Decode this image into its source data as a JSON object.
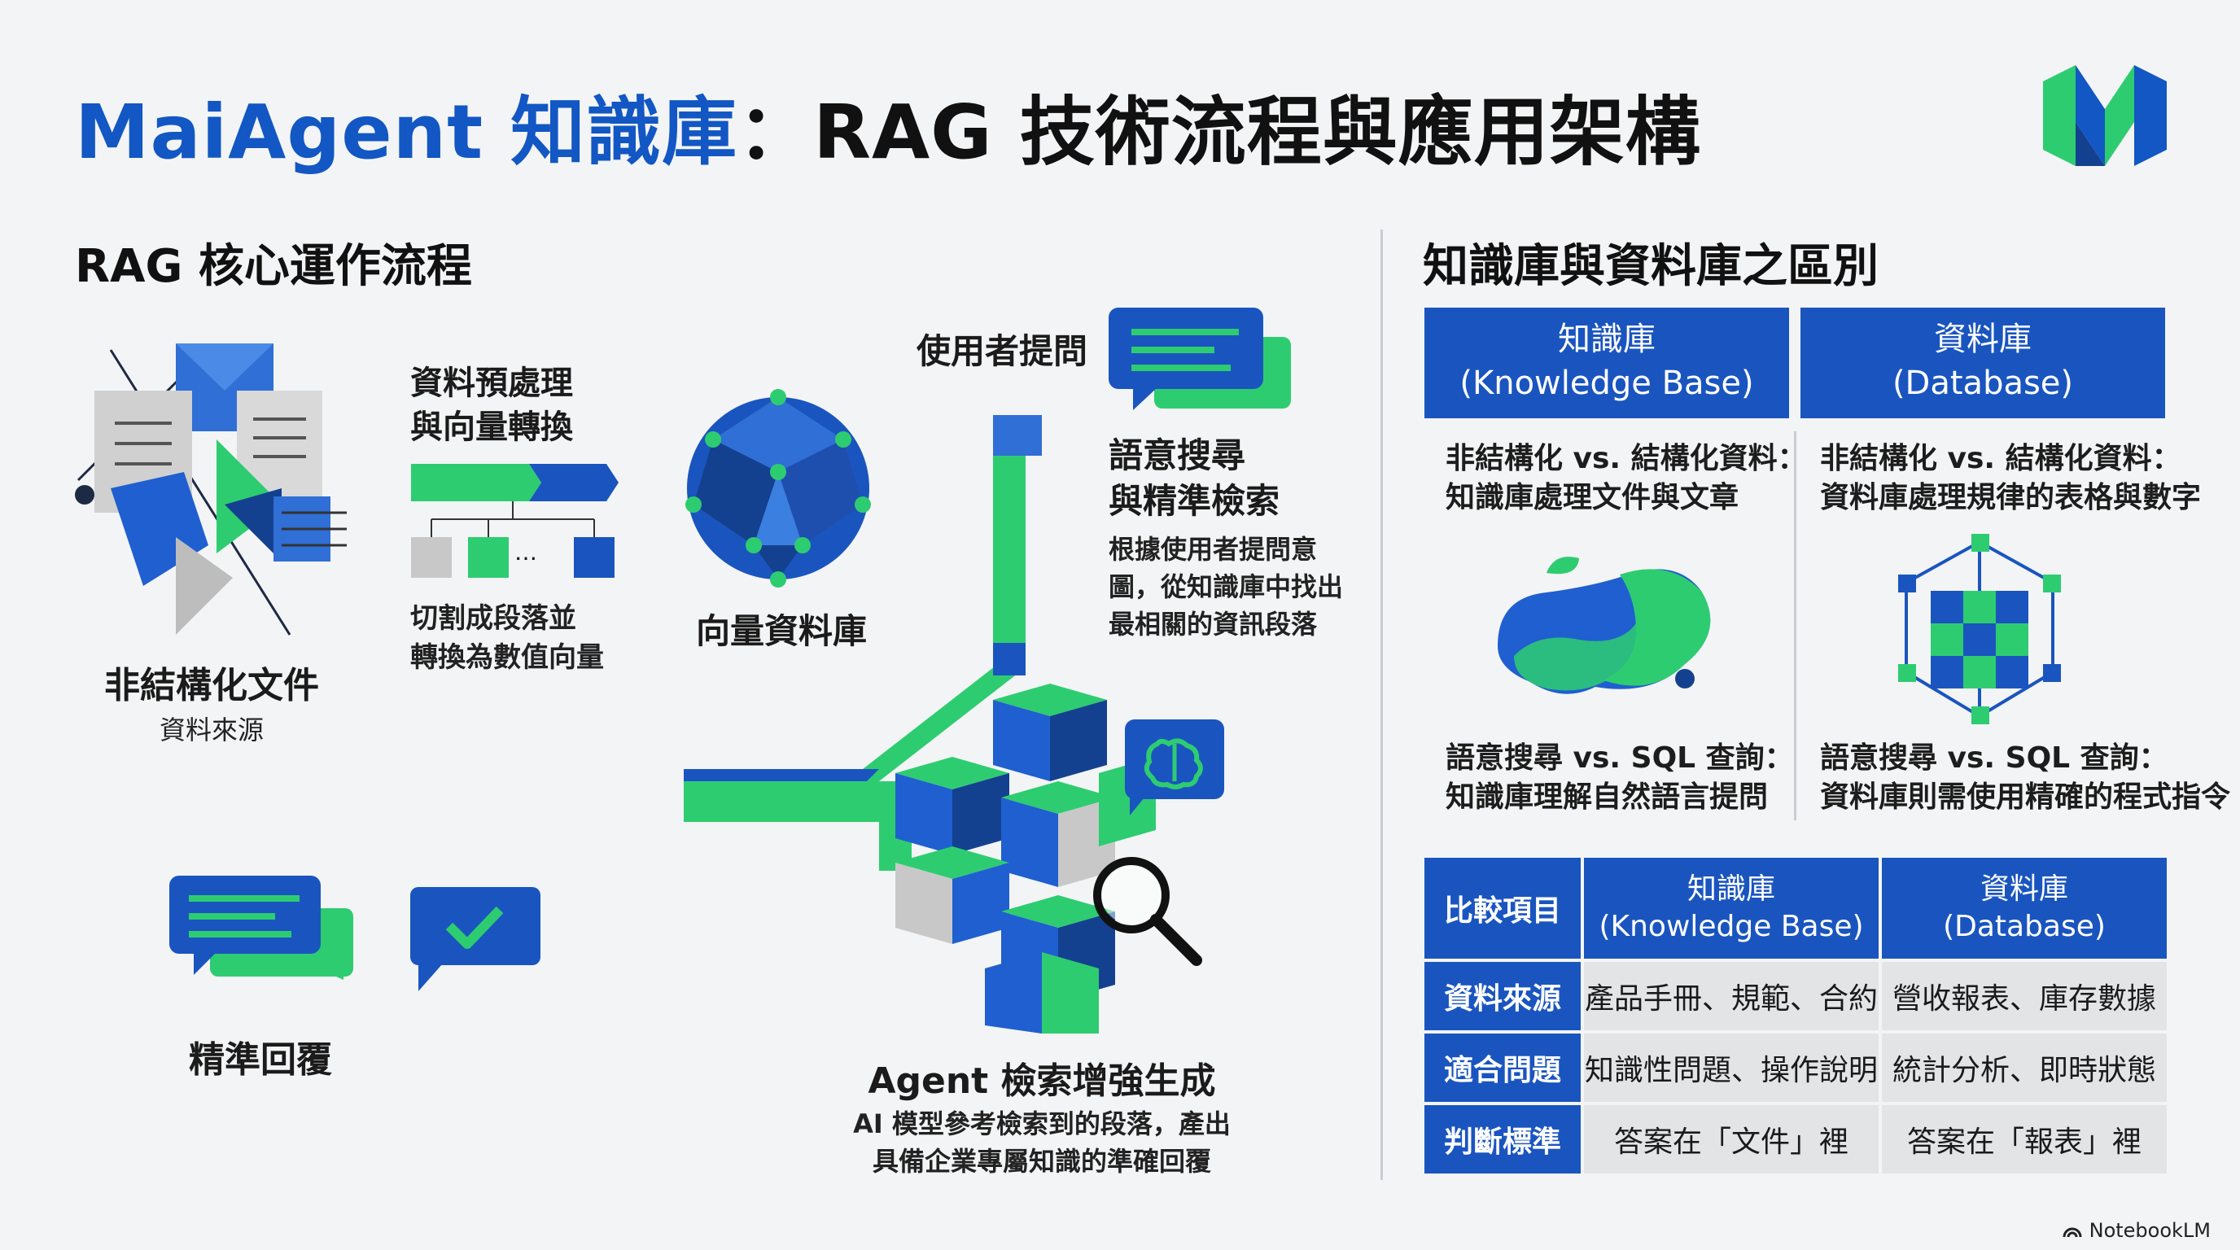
{
  "title": {
    "brand": "MaiAgent 知識庫",
    "rest": "：RAG 技術流程與應用架構"
  },
  "left": {
    "section_title": "RAG 核心運作流程",
    "unstructured": {
      "title": "非結構化文件",
      "sub": "資料來源"
    },
    "preprocess": {
      "title_l1": "資料預處理",
      "title_l2": "與向量轉換",
      "sub_l1": "切割成段落並",
      "sub_l2": "轉換為數值向量",
      "dots": "…"
    },
    "vectordb": {
      "title": "向量資料庫"
    },
    "user_question": {
      "title": "使用者提問"
    },
    "semantic": {
      "title_l1": "語意搜尋",
      "title_l2": "與精準檢索",
      "sub_l1": "根據使用者提問意",
      "sub_l2": "圖，從知識庫中找出",
      "sub_l3": "最相關的資訊段落"
    },
    "agent": {
      "title": "Agent 檢索增強生成",
      "sub_l1": "AI 模型參考檢索到的段落，產出",
      "sub_l2": "具備企業專屬知識的準確回覆"
    },
    "reply": {
      "title": "精準回覆"
    }
  },
  "right": {
    "section_title": "知識庫與資料庫之區別",
    "kb_header": {
      "l1": "知識庫",
      "l2": "(Knowledge Base)"
    },
    "db_header": {
      "l1": "資料庫",
      "l2": "(Database)"
    },
    "kb_point1": {
      "l1": "非結構化 vs. 結構化資料：",
      "l2": "知識庫處理文件與文章"
    },
    "db_point1": {
      "l1": "非結構化 vs. 結構化資料：",
      "l2": "資料庫處理規律的表格與數字"
    },
    "kb_point2": {
      "l1": "語意搜尋 vs. SQL 查詢：",
      "l2": "知識庫理解自然語言提問"
    },
    "db_point2": {
      "l1": "語意搜尋 vs. SQL 查詢：",
      "l2": "資料庫則需使用精確的程式指令"
    },
    "table": {
      "corner": "比較項目",
      "col_kb": {
        "l1": "知識庫",
        "l2": "(Knowledge Base)"
      },
      "col_db": {
        "l1": "資料庫",
        "l2": "(Database)"
      },
      "rows": [
        {
          "label": "資料來源",
          "kb": "產品手冊、規範、合約",
          "db": "營收報表、庫存數據"
        },
        {
          "label": "適合問題",
          "kb": "知識性問題、操作說明",
          "db": "統計分析、即時狀態"
        },
        {
          "label": "判斷標準",
          "kb": "答案在「文件」裡",
          "db": "答案在「報表」裡"
        }
      ]
    }
  },
  "footer": {
    "brand": "NotebookLM"
  },
  "colors": {
    "blue": "#1257c3",
    "header_blue": "#1a55bf",
    "green": "#2ecc71",
    "gray": "#c8c8c8",
    "dark_blue": "#14418f"
  }
}
